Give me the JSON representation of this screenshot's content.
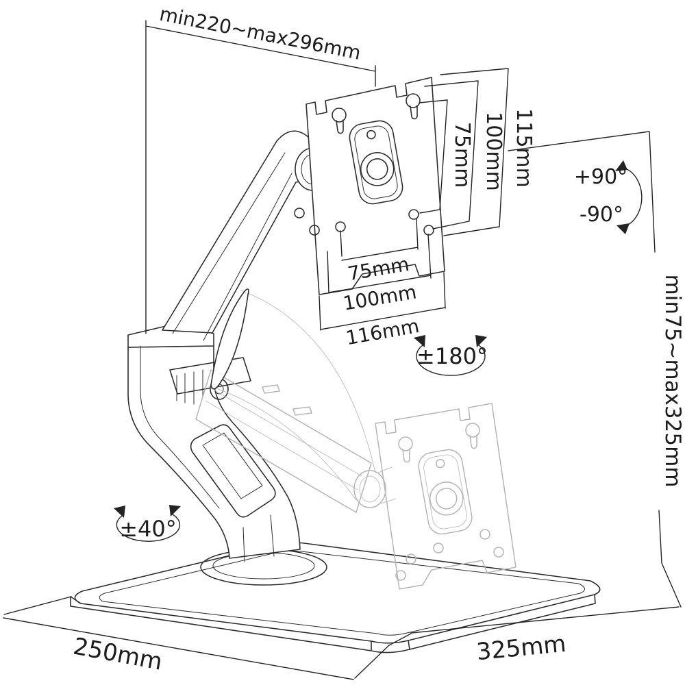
{
  "meta": {
    "background": "#ffffff",
    "line_color": "#2e2e2e",
    "ghost_line_color": "#b5b5b5",
    "text_color": "#1c1c1c",
    "drawing_type": "monitor desk stand dimensional line drawing"
  },
  "labels": {
    "arm_reach": "min220~max296mm",
    "vesa_right": {
      "v75": "75mm",
      "v100": "100mm",
      "v115": "115mm"
    },
    "vesa_bottom": {
      "w75": "75mm",
      "w100": "100mm",
      "w116": "116mm"
    },
    "height_range": "min75~max325mm",
    "tilt_up": "+90°",
    "tilt_down": "-90°",
    "swivel": "±180°",
    "base_swivel": "±40°",
    "base_depth": "250mm",
    "base_width": "325mm"
  }
}
